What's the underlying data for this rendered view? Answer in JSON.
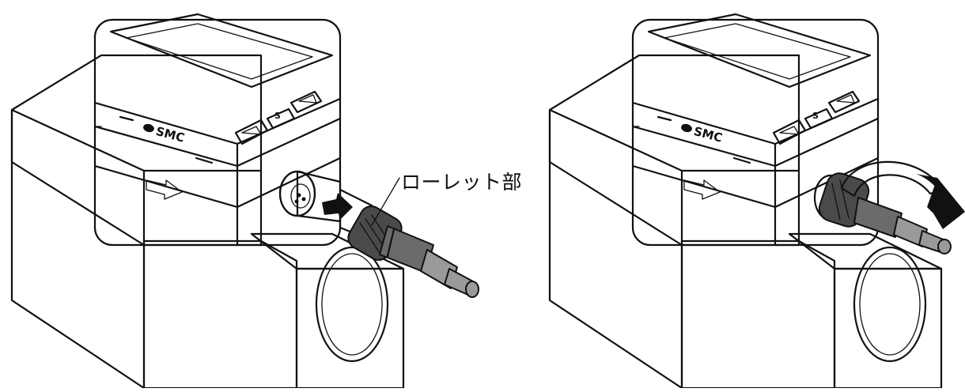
{
  "callout": {
    "label": "ローレット部"
  },
  "logo": {
    "brand": "SMC"
  },
  "buttons": {
    "set": "S"
  },
  "colors": {
    "outline": "#111111",
    "body": "#ffffff",
    "connector_dark": "#4a4a4a",
    "connector_mid": "#6b6b6b",
    "cable": "#9a9a9a"
  },
  "icons": {
    "push_arrow": "black-arrow-right-icon",
    "rotate_arrow": "curved-clockwise-arrow-icon",
    "flow_arrow": "flow-direction-arrow-icon"
  }
}
